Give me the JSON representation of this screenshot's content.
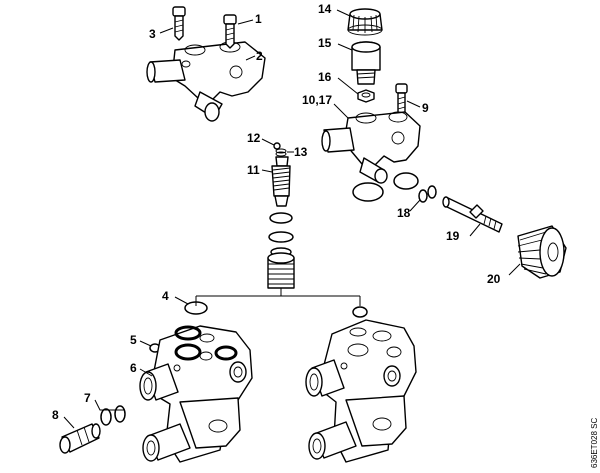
{
  "diagram": {
    "labels": {
      "p1": "1",
      "p2": "2",
      "p3": "3",
      "p4": "4",
      "p5": "5",
      "p6": "6",
      "p7": "7",
      "p8": "8",
      "p9": "9",
      "p10_17": "10,17",
      "p11": "11",
      "p12": "12",
      "p13": "13",
      "p14": "14",
      "p15": "15",
      "p16": "16",
      "p18": "18",
      "p19": "19",
      "p20": "20"
    },
    "drawing_code": "636ET028 SC"
  }
}
